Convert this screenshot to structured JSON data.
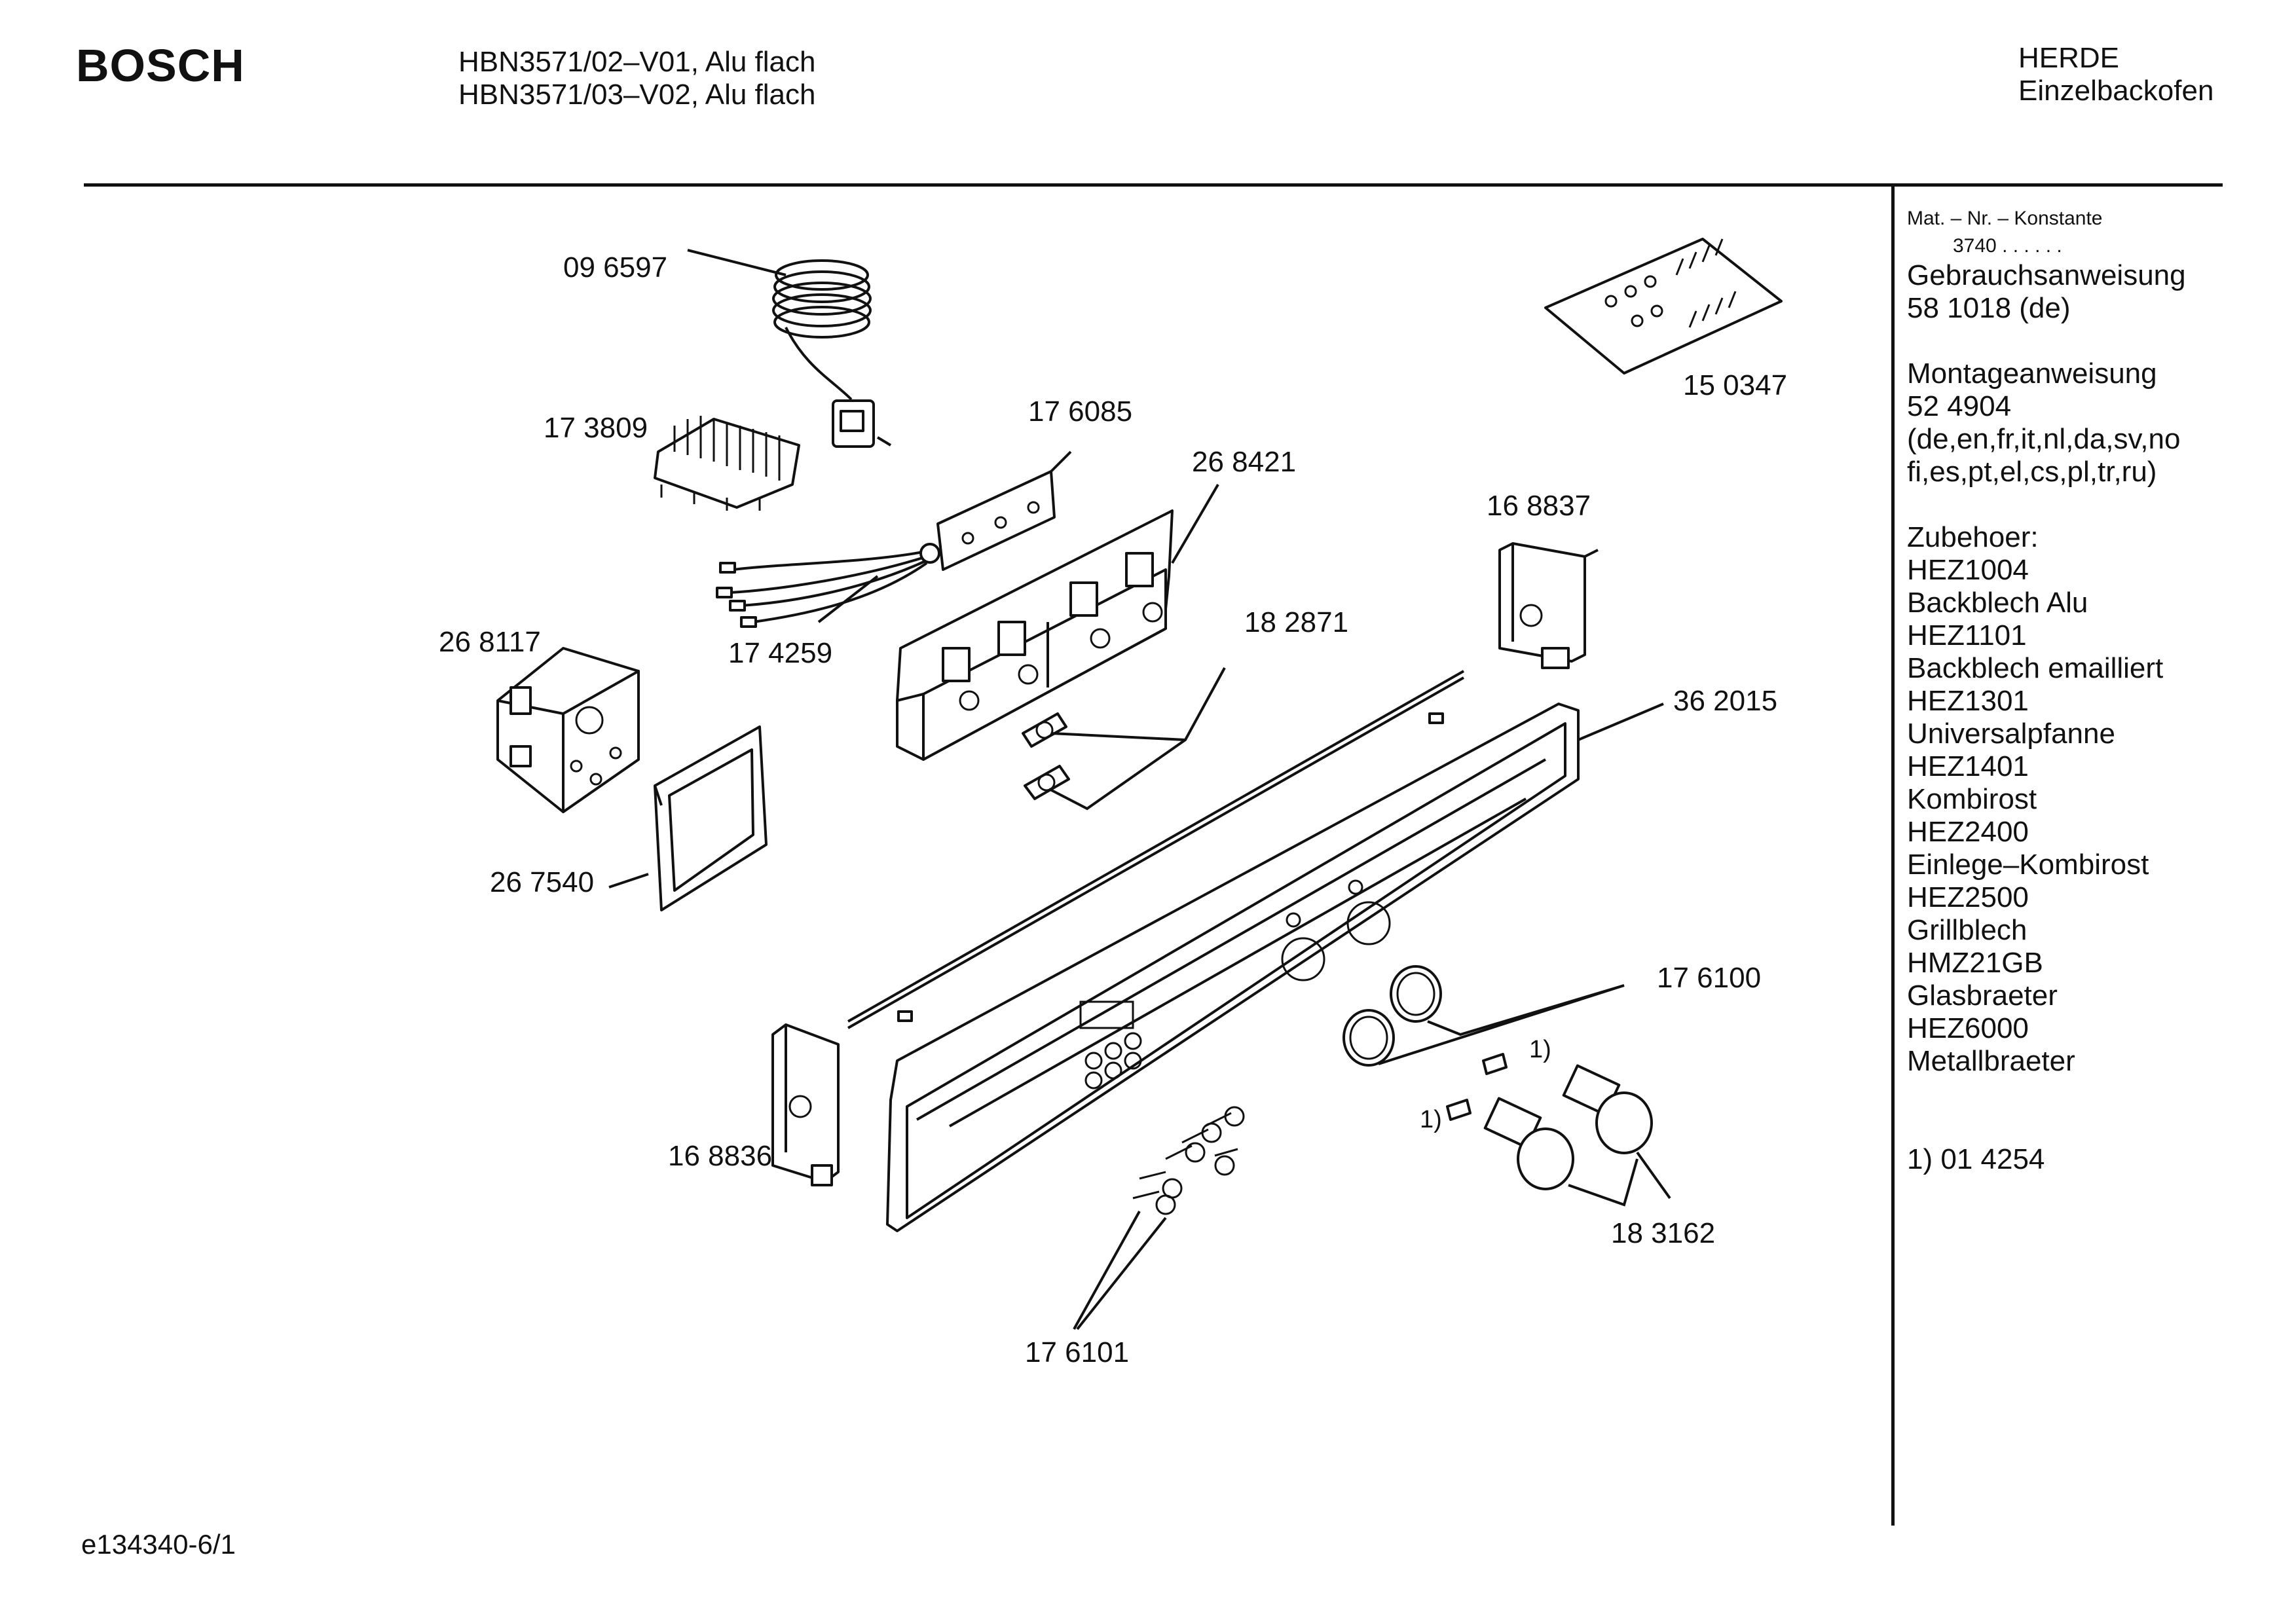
{
  "header": {
    "brand": "BOSCH",
    "model_lines": [
      "HBN3571/02–V01, Alu flach",
      "HBN3571/03–V02, Alu flach"
    ],
    "category_lines": [
      "HERDE",
      "Einzelbackofen"
    ]
  },
  "sidebar": {
    "mat_label": "Mat. – Nr. – Konstante",
    "mat_value": "3740 . .   . . . .",
    "lines": [
      "Gebrauchsanweisung",
      "58 1018 (de)",
      "",
      "Montageanweisung",
      "52 4904",
      "(de,en,fr,it,nl,da,sv,no",
      "fi,es,pt,el,cs,pl,tr,ru)",
      "",
      "Zubehoer:",
      "HEZ1004",
      "Backblech Alu",
      "HEZ1101",
      "Backblech emailliert",
      "HEZ1301",
      "Universalpfanne",
      "HEZ1401",
      "Kombirost",
      "HEZ2400",
      "Einlege–Kombirost",
      "HEZ2500",
      "Grillblech",
      "HMZ21GB",
      "Glasbraeter",
      "HEZ6000",
      "Metallbraeter",
      "",
      "",
      "1) 01 4254"
    ]
  },
  "parts": [
    {
      "id": "thermostat",
      "label": "09 6597"
    },
    {
      "id": "switch-block",
      "label": "17 3809"
    },
    {
      "id": "bracket-plate",
      "label": "17 6085"
    },
    {
      "id": "control-module",
      "label": "26 8421"
    },
    {
      "id": "wire-harness",
      "label": "17 4259"
    },
    {
      "id": "selector-switch",
      "label": "26 8117"
    },
    {
      "id": "frame",
      "label": "26 7540"
    },
    {
      "id": "push-button",
      "label": "18 2871"
    },
    {
      "id": "side-bracket-right",
      "label": "16 8837"
    },
    {
      "id": "control-panel",
      "label": "36 2015"
    },
    {
      "id": "screw-bag",
      "label": "15 0347"
    },
    {
      "id": "knob-ring",
      "label": "17 6100"
    },
    {
      "id": "side-bracket-left",
      "label": "16 8836"
    },
    {
      "id": "knob",
      "label": "18 3162"
    },
    {
      "id": "small-knobs",
      "label": "17 6101"
    }
  ],
  "footnote_marks": [
    "1)",
    "1)"
  ],
  "footer": {
    "code": "e134340-6/1"
  }
}
